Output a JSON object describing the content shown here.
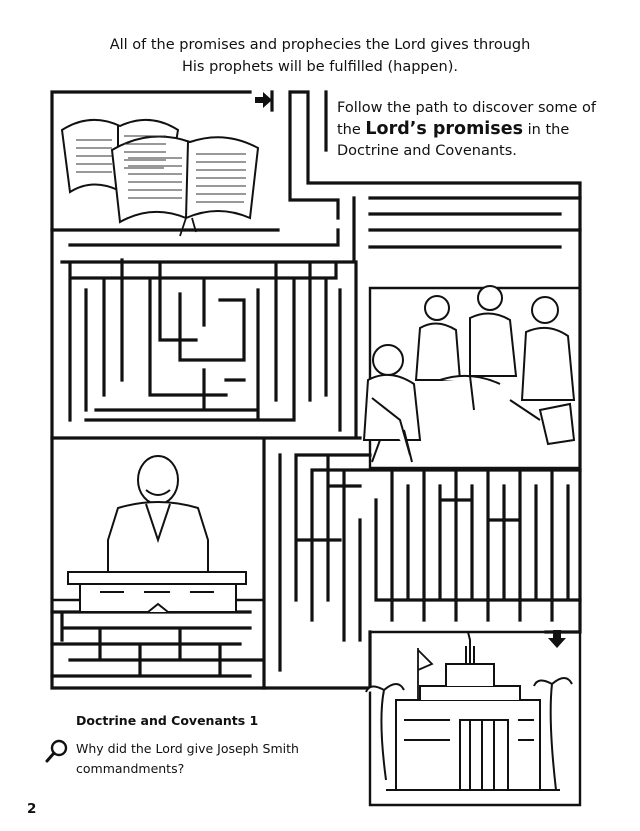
{
  "header": {
    "line1": "All of the promises and prophecies the Lord gives through",
    "line2": "His prophets will be fulfilled (happen)."
  },
  "maze_caption": {
    "before": "Follow the path to discover some of the",
    "emphasis": "Lord’s promises",
    "after": "in the Doctrine and Covenants."
  },
  "scripture": {
    "reference": "Doctrine and Covenants 1",
    "question": "Why did the Lord give Joseph Smith commandments?"
  },
  "page_number": "2",
  "icons": {
    "start_marker": "arrow-right-icon",
    "end_marker": "arrow-down-icon",
    "question_marker": "magnifying-glass-icon"
  },
  "illustrations": [
    "open scriptures",
    "missionaries teaching a man",
    "prophet speaking at a pulpit",
    "temple with palm trees"
  ]
}
